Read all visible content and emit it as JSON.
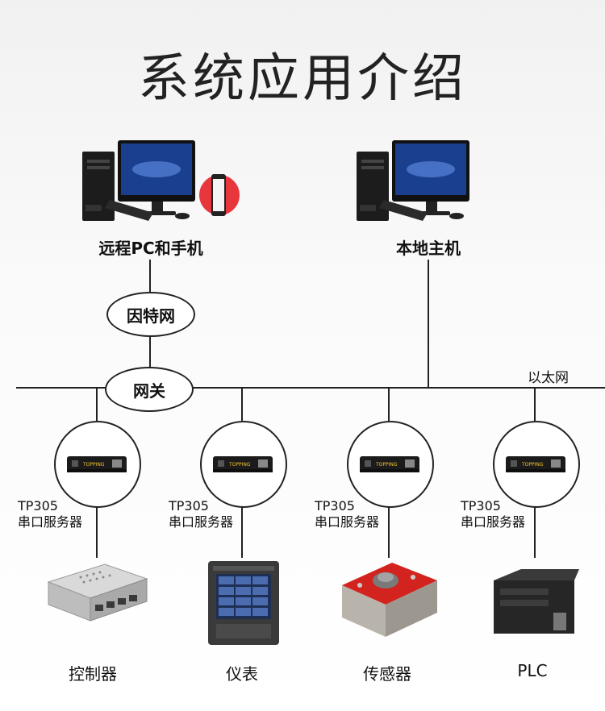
{
  "title": "系统应用介绍",
  "top_nodes": {
    "remote": "远程PC和手机",
    "local": "本地主机"
  },
  "network_nodes": {
    "internet": "因特网",
    "gateway": "网关",
    "ethernet": "以太网"
  },
  "servers": [
    {
      "model": "TP305",
      "name": "串口服务器"
    },
    {
      "model": "TP305",
      "name": "串口服务器"
    },
    {
      "model": "TP305",
      "name": "串口服务器"
    },
    {
      "model": "TP305",
      "name": "串口服务器"
    }
  ],
  "devices": [
    "控制器",
    "仪表",
    "传感器",
    "PLC"
  ],
  "server_device_brand": "TOPPING",
  "colors": {
    "line": "#222222",
    "phone_red": "#e8363d",
    "sensor_red": "#d2231f",
    "monitor_blue": "#1a3f8f"
  }
}
